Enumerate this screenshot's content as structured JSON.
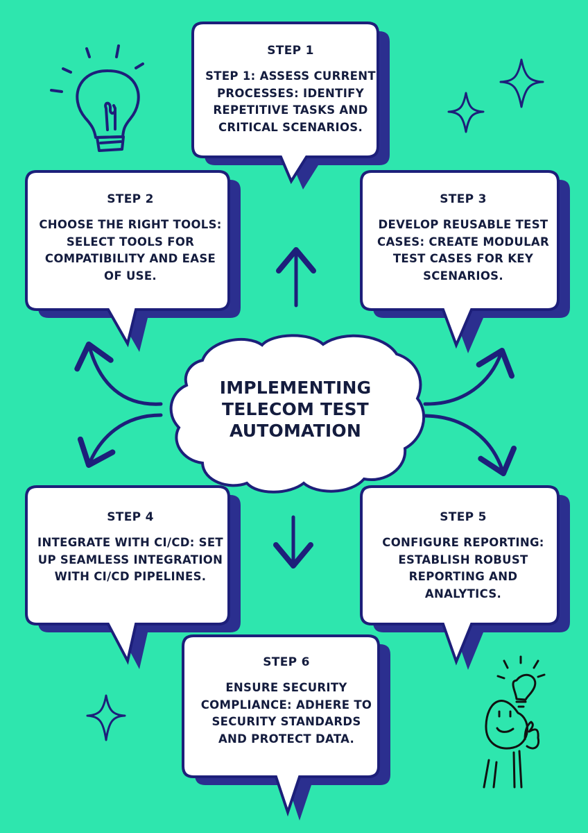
{
  "center": {
    "title": "IMPLEMENTING TELECOM TEST AUTOMATION"
  },
  "steps": [
    {
      "title": "STEP 1",
      "text": "STEP 1: ASSESS CURRENT PROCESSES: IDENTIFY REPETITIVE TASKS AND CRITICAL SCENARIOS."
    },
    {
      "title": "STEP 2",
      "text": "CHOOSE THE RIGHT TOOLS: SELECT TOOLS FOR COMPATIBILITY AND EASE OF USE."
    },
    {
      "title": "STEP 3",
      "text": "DEVELOP REUSABLE TEST CASES: CREATE MODULAR TEST CASES FOR KEY SCENARIOS."
    },
    {
      "title": "STEP 4",
      "text": "INTEGRATE WITH CI/CD: SET UP SEAMLESS INTEGRATION WITH CI/CD PIPELINES."
    },
    {
      "title": "STEP 5",
      "text": "CONFIGURE REPORTING: ESTABLISH ROBUST REPORTING AND ANALYTICS."
    },
    {
      "title": "STEP 6",
      "text": "ENSURE SECURITY COMPLIANCE: ADHERE TO SECURITY STANDARDS AND PROTECT DATA."
    }
  ],
  "colors": {
    "background": "#2ee6ae",
    "outline": "#1d1f7a",
    "shadow": "#2b2f8f",
    "text": "#141c3e",
    "bubble_fill": "#ffffff"
  },
  "icons": {
    "top_left": "lightbulb-icon",
    "sparkles": "sparkle-icon",
    "bottom_right": "person-idea-icon"
  }
}
